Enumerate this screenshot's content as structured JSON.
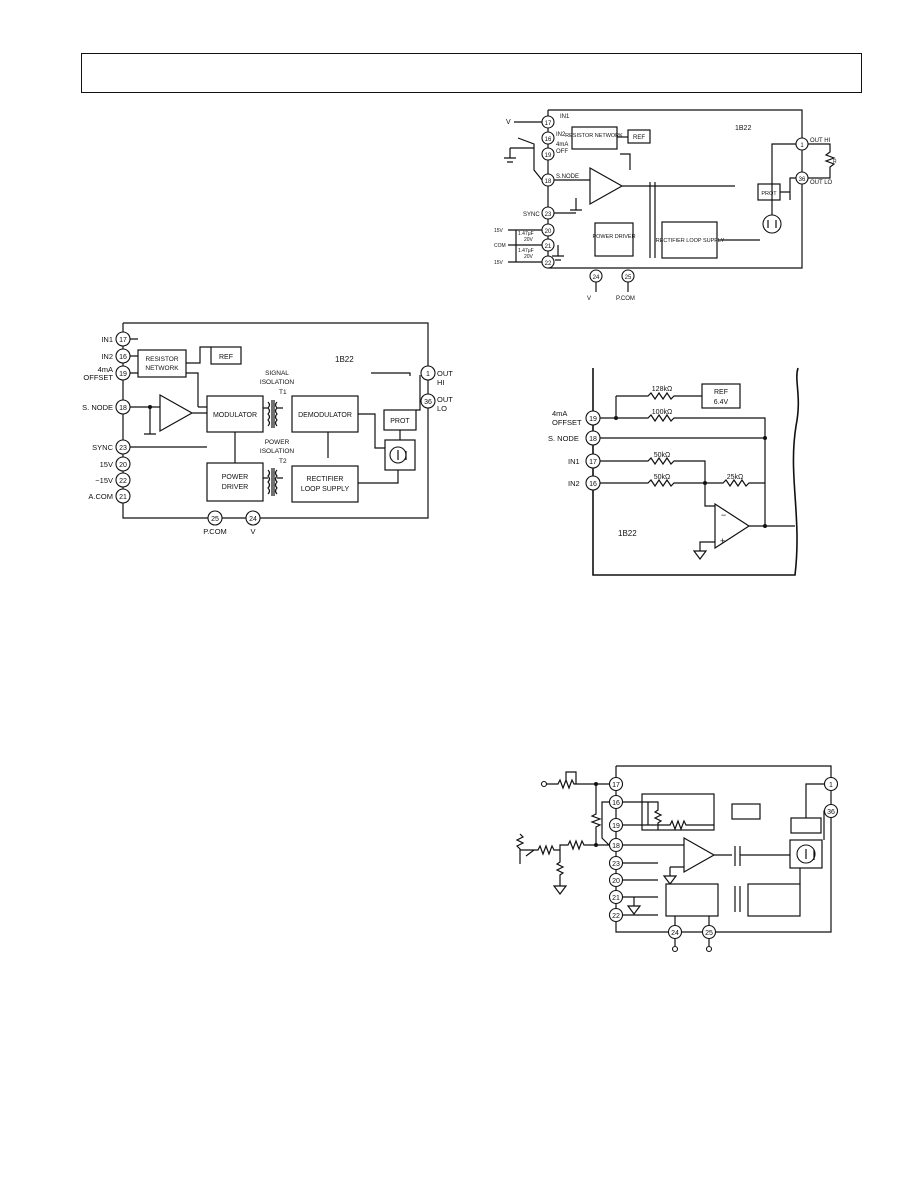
{
  "fig_a": {
    "pins": {
      "vin": "V",
      "in1": "IN1",
      "in2": "IN2",
      "ma_a": "4mA",
      "ma_b": "OFF",
      "snode": "S.NODE",
      "sync": "SYNC",
      "p15": "15V",
      "com": "COM",
      "m15": "15V",
      "out_hi": "OUT HI",
      "out_lo": "OUT LO",
      "vsup": "V",
      "pcom": "P.COM",
      "rload": "R"
    },
    "nums": {
      "p17": "17",
      "p16": "16",
      "p19": "19",
      "p18": "18",
      "p23": "23",
      "p20": "20",
      "p21": "21",
      "p22": "22",
      "p24": "24",
      "p25": "25",
      "p1": "1",
      "p36": "36"
    },
    "cap1": "1.47μF",
    "cap1v": "20V",
    "cap2": "1.47μF",
    "cap2v": "20V",
    "blocks": {
      "resnet": "RESISTOR NETWORK",
      "ref": "REF",
      "part": "1B22",
      "power": "POWER DRIVER",
      "rect": "RECTIFIER LOOP SUPPLY",
      "prot": "PROT"
    }
  },
  "fig_b": {
    "labels": {
      "in1": "IN1",
      "in2": "IN2",
      "ma_a": "4mA",
      "ma_b": "OFFSET",
      "snode": "S. NODE",
      "sync": "SYNC",
      "p15": "15V",
      "m15": "−15V",
      "acom": "A.COM",
      "pcom": "P.COM",
      "vsup": "V",
      "out_hi_a": "OUT",
      "out_hi_b": "HI",
      "out_lo_a": "OUT",
      "out_lo_b": "LO"
    },
    "nums": {
      "p17": "17",
      "p16": "16",
      "p19": "19",
      "p18": "18",
      "p23": "23",
      "p20": "20",
      "p22": "22",
      "p21": "21",
      "p25": "25",
      "p24": "24",
      "p1": "1",
      "p36": "36"
    },
    "blocks": {
      "resnet_a": "RESISTOR",
      "resnet_b": "NETWORK",
      "ref": "REF",
      "part": "1B22",
      "modulator": "MODULATOR",
      "demodulator": "DEMODULATOR",
      "power_a": "POWER",
      "power_b": "DRIVER",
      "rect_a": "RECTIFIER",
      "rect_b": "LOOP SUPPLY",
      "prot": "PROT"
    },
    "iso": {
      "sig_a": "SIGNAL",
      "sig_b": "ISOLATION",
      "t1": "T1",
      "pow_a": "POWER",
      "pow_b": "ISOLATION",
      "t2": "T2"
    }
  },
  "fig_c": {
    "labels": {
      "ma_a": "4mA",
      "ma_b": "OFFSET",
      "snode": "S. NODE",
      "in1": "IN1",
      "in2": "IN2",
      "part": "1B22"
    },
    "nums": {
      "p19": "19",
      "p18": "18",
      "p17": "17",
      "p16": "16"
    },
    "ref_a": "REF",
    "ref_b": "6.4V",
    "res": {
      "r1": "128kΩ",
      "r2": "100kΩ",
      "r3": "50kΩ",
      "r4": "50kΩ",
      "r5": "25kΩ"
    }
  },
  "fig_d": {
    "nums": {
      "p17": "17",
      "p16": "16",
      "p19": "19",
      "p18": "18",
      "p23": "23",
      "p20": "20",
      "p21": "21",
      "p22": "22",
      "p24": "24",
      "p25": "25",
      "p1": "1",
      "p36": "36"
    }
  }
}
